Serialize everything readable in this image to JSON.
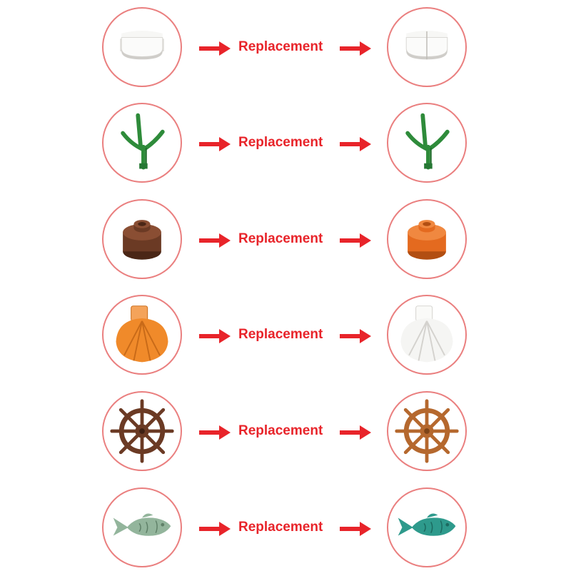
{
  "rows": [
    {
      "label": "Replacement",
      "original_icon": "round-tile-white-icon",
      "replacement_icon": "split-round-tile-white-icon",
      "original_color": "#f2f2f0",
      "replacement_color": "#f2f2f0"
    },
    {
      "label": "Replacement",
      "original_icon": "plant-stem-green-icon",
      "replacement_icon": "plant-stem-green-icon",
      "original_color": "#2e8b3a",
      "replacement_color": "#2e8b3a"
    },
    {
      "label": "Replacement",
      "original_icon": "round-brick-brown-icon",
      "replacement_icon": "round-brick-orange-icon",
      "original_color": "#6b3a24",
      "replacement_color": "#e46a1f"
    },
    {
      "label": "Replacement",
      "original_icon": "scallop-shell-orange-icon",
      "replacement_icon": "scallop-shell-white-icon",
      "original_color": "#f08a2a",
      "replacement_color": "#f5f5f3"
    },
    {
      "label": "Replacement",
      "original_icon": "ship-wheel-brown-icon",
      "replacement_icon": "ship-wheel-medium-brown-icon",
      "original_color": "#6b3a24",
      "replacement_color": "#b5682e"
    },
    {
      "label": "Replacement",
      "original_icon": "fish-sand-green-icon",
      "replacement_icon": "fish-teal-icon",
      "original_color": "#93b59c",
      "replacement_color": "#2e9a8c"
    }
  ],
  "colors": {
    "accent": "#e8242a",
    "circle_border": "#ea7f7f"
  }
}
